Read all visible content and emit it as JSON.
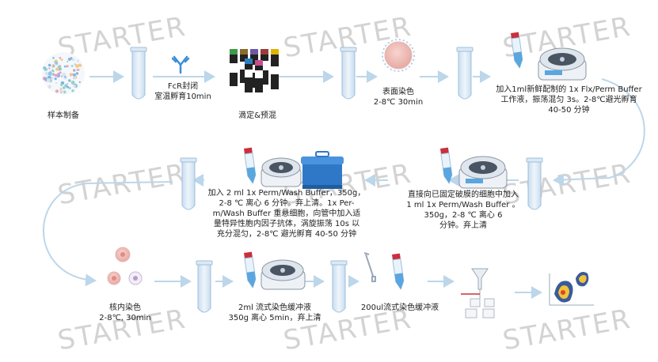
{
  "watermark": "STARTER",
  "steps": {
    "s1": {
      "lines": [
        "样本制备"
      ]
    },
    "s2": {
      "lines": [
        "FcR封闭",
        "室温孵育10min"
      ]
    },
    "s3": {
      "lines": [
        "滴定&预混"
      ]
    },
    "s4": {
      "lines": [
        "表面染色",
        "2-8℃ 30min"
      ]
    },
    "s5": {
      "lines": [
        "加入1ml新鲜配制的 1x Flx/Perm Buffer",
        "工作液，振荡混匀 3s。2-8℃避光孵育",
        "40-50 分钟"
      ]
    },
    "s6": {
      "lines": [
        "直接向已固定破膜的细胞中加入",
        "1 ml 1x Perm/Wash Buffer 。",
        "350g，2-8 ℃ 离心 6",
        "分钟。弃上清"
      ]
    },
    "s7": {
      "lines": [
        "加入 2 ml 1x Perm/Wash Buffer，350g，",
        "2-8 ℃ 离心 6 分钟。弃上清。1x Per-",
        "m/Wash Buffer 重悬细胞，向管中加入适",
        "量特异性胞内因子抗体，涡旋振荡 10s 以",
        "充分混匀，2-8℃ 避光孵育 40-50 分钟"
      ]
    },
    "s8": {
      "lines": [
        "核内染色",
        "2-8℃, 30min"
      ]
    },
    "s9": {
      "lines": [
        "2ml 流式染色缓冲液",
        "350g 离心 5min，弃上清"
      ]
    },
    "s10": {
      "lines": [
        "200ul流式染色缓冲液"
      ]
    }
  },
  "colors": {
    "arrow": "#bcd6ea",
    "tube_fill": "#dbe9f6",
    "tube_edge": "#9fbfd9",
    "watermark": "#d3d3d3",
    "red_cap": "#c9303d",
    "blue_liquid": "#5aa6df"
  }
}
